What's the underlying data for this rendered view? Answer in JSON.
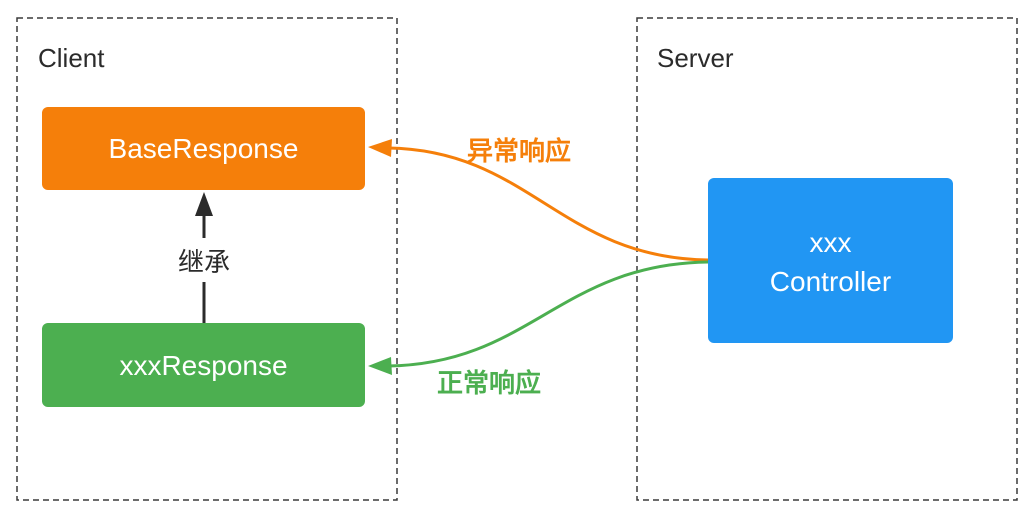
{
  "client": {
    "label": "Client"
  },
  "server": {
    "label": "Server"
  },
  "nodes": {
    "base_response": "BaseResponse",
    "xxx_response": "xxxResponse",
    "controller_line1": "xxx",
    "controller_line2": "Controller"
  },
  "edges": {
    "inherit": "继承",
    "error_response": "异常响应",
    "normal_response": "正常响应"
  },
  "colors": {
    "orange": "#F57F0A",
    "green": "#4CAF50",
    "blue": "#2196F3",
    "arrow_dark": "#2b2b2b"
  }
}
